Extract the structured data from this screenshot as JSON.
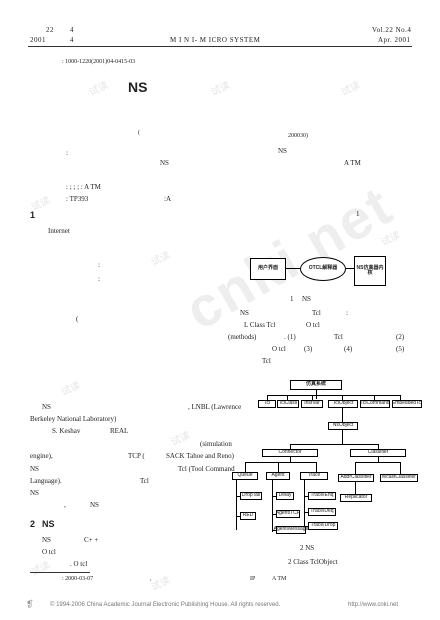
{
  "header": {
    "vol_cn": "22",
    "no_cn": "4",
    "year_cn": "2001",
    "month_cn": "4",
    "journal": "M I N I- M ICRO SYSTEM",
    "vol_en": "Vol.22  No.4",
    "date_en": "Apr. 2001"
  },
  "article_id": ": 1000-1220(2001)04-0415-03",
  "title": "NS",
  "affiliation": {
    "paren": "(",
    "postcode": "200030)"
  },
  "abstract": {
    "colon": ":",
    "ns1": "NS",
    "ns2": "NS",
    "atm": "A TM"
  },
  "keywords": ": ;  ;  ;  : A TM",
  "classification": ": TP393",
  "doc_code": ":A",
  "section1": {
    "num": "1",
    "internet": "Internet",
    "colon1": ":",
    "colon2": ":",
    "paren": "(",
    "ns": "NS",
    "lbnl": ", LNBL (Lawrence",
    "berkeley": "Berkeley National Laboratory)",
    "keshav": "S. Keshav",
    "real": "REAL",
    "simulation": "(simulation",
    "engine": "engine),",
    "tcp": "TCP (",
    "sack": "SACK  Tahoe and Reno)",
    "ns_tcl": "NS",
    "tcl_tool": "Tcl (Tool Command",
    "language": "Language).",
    "tcl": "Tcl",
    "ns_last": "NS",
    "ns_comma": ",",
    "ns_end": "NS"
  },
  "section2": {
    "num": "2",
    "title": "NS",
    "ns": "NS",
    "cpp": "C+ +",
    "otcl1": "O tcl",
    "otcl2": ". O tcl"
  },
  "right_col": {
    "marker": "1",
    "ns": "NS",
    "tcl1": "Tcl",
    "colon": ":",
    "class_tcl": "L Class Tcl",
    "otcl": "O tcl",
    "methods": "(methods)",
    "m1": ". (1)",
    "tcl2": "Tcl",
    "m2": "(2)",
    "otcl3": "O tcl",
    "m3": "(3)",
    "m4": "(4)",
    "m5": "(5)",
    "tcl3": "Tcl"
  },
  "fig1": {
    "left_box": "用户界面",
    "center_oval": "OTCL解释器",
    "right_box": "NS仿真器内核",
    "caption_num": "1",
    "caption": "NS"
  },
  "fig2": {
    "root": "仿真系统",
    "level1": [
      "Tcl",
      "TclClass",
      "InstVar",
      "TclObject",
      "TclCommand",
      "EmbeddedTcl"
    ],
    "nsobject": "NsObject",
    "connector": "Connector",
    "classifier": "Classifier",
    "conn_children": [
      "Queue",
      "Agent",
      "Trace"
    ],
    "queue_children": [
      "DropTail",
      "RED"
    ],
    "agent_col": [
      "Delay",
      "Agent/TCP",
      "Agent/Message"
    ],
    "trace_children": [
      "Trace/Enq",
      "Trace/Deq",
      "Trace/Drop"
    ],
    "classifier_children": [
      "AddrClassifier",
      "McastClassifier"
    ],
    "replicator": "Replicator",
    "caption1": "2  NS",
    "caption2": "2  Class TclObject"
  },
  "footnote": {
    "received": ": 2000-03-07",
    "comma": ",",
    "ip": "IP",
    "atm": "A TM"
  },
  "page_footer": {
    "copyright": "© 1994-2006 China Academic Journal Electronic Publishing House. All rights reserved.",
    "url": "http://www.cnki.net"
  }
}
